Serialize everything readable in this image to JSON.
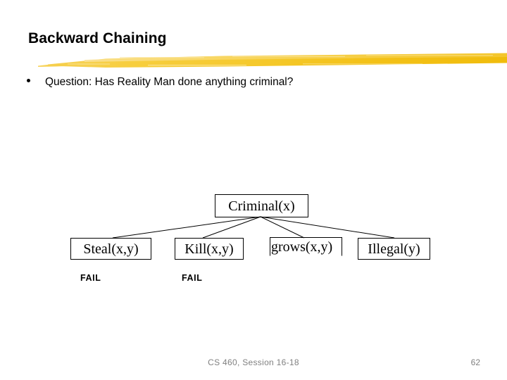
{
  "slide": {
    "title": "Backward Chaining",
    "accent_color": "#F2C027",
    "text_color": "#000000",
    "footer_color": "#808080",
    "background_color": "#FFFFFF"
  },
  "bullets": [
    {
      "marker": "bullet-dot",
      "text": "Question:  Has Reality Man done anything criminal?"
    }
  ],
  "tree": {
    "root": {
      "label": "Criminal(x)"
    },
    "children": [
      {
        "label": "Steal(x,y)",
        "status": "FAIL"
      },
      {
        "label": "Kill(x,y)",
        "status": "FAIL"
      },
      {
        "label": "grows(x,y)",
        "status": ""
      },
      {
        "label": "Illegal(y)",
        "status": ""
      }
    ]
  },
  "footer": {
    "course": "CS 460, Session 16-18",
    "page_number": "62"
  }
}
